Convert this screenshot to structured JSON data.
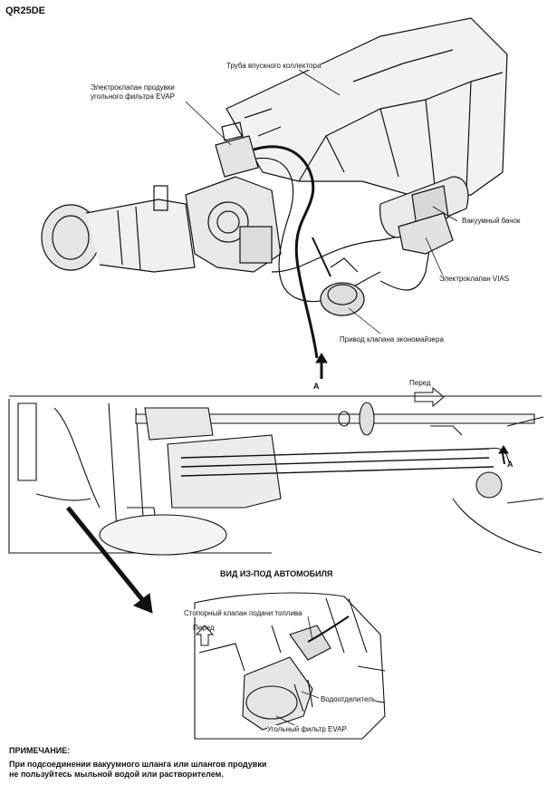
{
  "header": {
    "engine_code": "QR25DE"
  },
  "top_diagram": {
    "labels": {
      "intake_pipe": "Труба впускного коллектора",
      "evap_valve_line1": "Электроклапан продувки",
      "evap_valve_line2": "угольного фильтра EVAP",
      "vacuum_tank": "Вакуумный бачок",
      "vias_valve": "Электроклапан VIAS",
      "economizer_actuator": "Привод клапана экономайзера",
      "arrow_a": "A"
    }
  },
  "middle_diagram": {
    "labels": {
      "forward": "Перед",
      "arrow_a": "A"
    }
  },
  "bottom_diagram": {
    "title": "ВИД ИЗ-ПОД АВТОМОБИЛЯ",
    "labels": {
      "fuel_check_valve": "Стопорный клапан подачи топлива",
      "forward": "Перед",
      "water_separator": "Водоотделитель",
      "evap_canister": "Угольный фильтр EVAP"
    }
  },
  "note": {
    "title": "ПРИМЕЧАНИЕ:",
    "line1": "При подсоединении вакуумного шланга или шлангов продувки",
    "line2": "не пользуйтесь мыльной водой или растворителем."
  }
}
